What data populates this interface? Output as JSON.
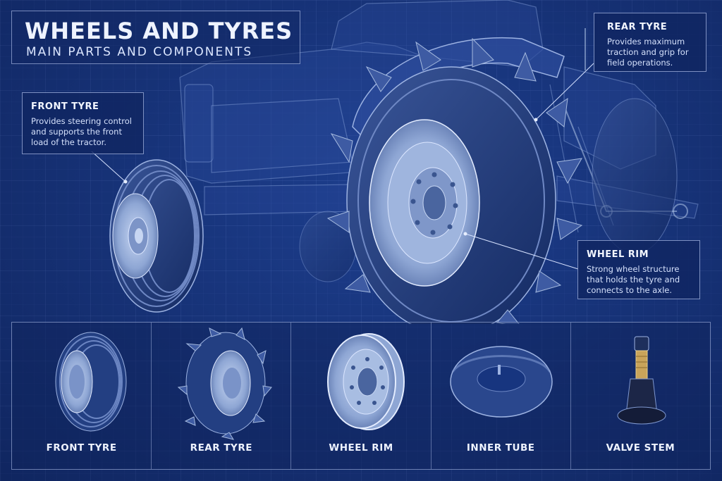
{
  "title": {
    "main": "WHEELS AND TYRES",
    "subtitle": "MAIN PARTS AND COMPONENTS"
  },
  "callouts": {
    "rear_tyre": {
      "title": "REAR TYRE",
      "description": "Provides maximum traction and grip for field operations."
    },
    "front_tyre": {
      "title": "FRONT TYRE",
      "description": "Provides steering control and supports the front load of the tractor."
    },
    "wheel_rim": {
      "title": "WHEEL RIM",
      "description": "Strong wheel structure that holds the tyre and connects to the axle."
    }
  },
  "components": [
    {
      "label": "FRONT TYRE",
      "icon": "front-tyre-icon"
    },
    {
      "label": "REAR TYRE",
      "icon": "rear-tyre-icon"
    },
    {
      "label": "WHEEL RIM",
      "icon": "wheel-rim-icon"
    },
    {
      "label": "INNER TUBE",
      "icon": "inner-tube-icon"
    },
    {
      "label": "VALVE STEM",
      "icon": "valve-stem-icon"
    }
  ],
  "colors": {
    "background": "#17357f",
    "line": "#c8d7ff",
    "tyre": "#223a73",
    "rim": "#9db4de"
  }
}
